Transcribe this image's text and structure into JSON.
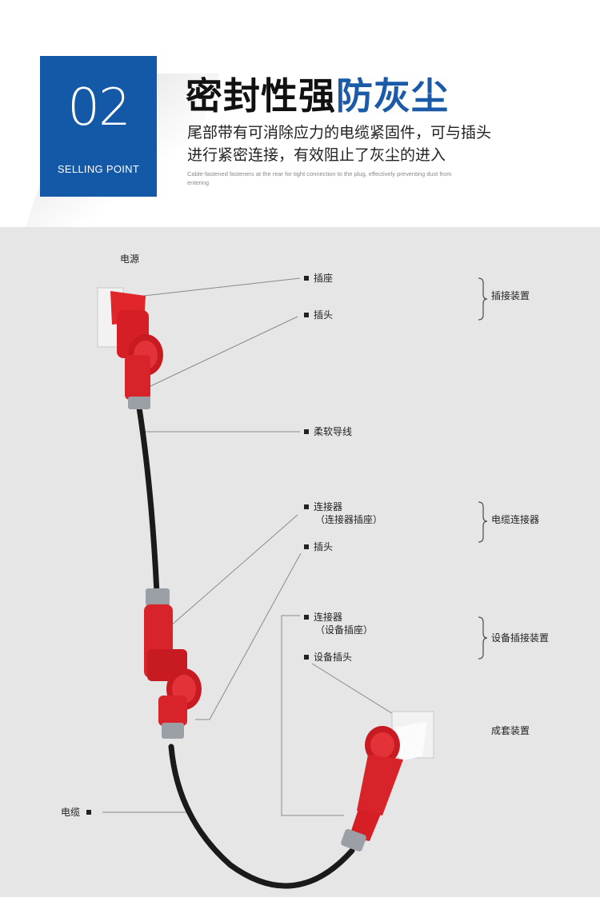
{
  "header": {
    "number": "02",
    "selling_point": "SELLING POINT",
    "title_dark": "密封性强",
    "title_blue": "防灰尘",
    "desc_line1": "尾部带有可消除应力的电缆紧固件，可与插头",
    "desc_line2": "进行紧密连接，有效阻止了灰尘的进入",
    "desc_en": "Cable-fastened fasteners at the rear for tight connection to the plug, effectively preventing dust from entering"
  },
  "diagram": {
    "power_label": "电源",
    "socket_label": "插座",
    "plug_label": "插头",
    "flexible_wire_label": "柔软导线",
    "connector_label": "连接器",
    "connector_socket_label": "（连接器插座）",
    "plug2_label": "插头",
    "connector2_label": "连接器",
    "device_socket_label": "（设备插座）",
    "device_plug_label": "设备插头",
    "cable_label": "电缆",
    "group1": "插接装置",
    "group2": "电缆连接器",
    "group3": "设备插接装置",
    "group4": "成套装置"
  },
  "colors": {
    "brand_blue": "#1459a8",
    "title_blue": "#1a5aa6",
    "panel_bg": "#e6e6e6",
    "plug_red": "#e0262b",
    "cable_black": "#1a1a1a"
  }
}
